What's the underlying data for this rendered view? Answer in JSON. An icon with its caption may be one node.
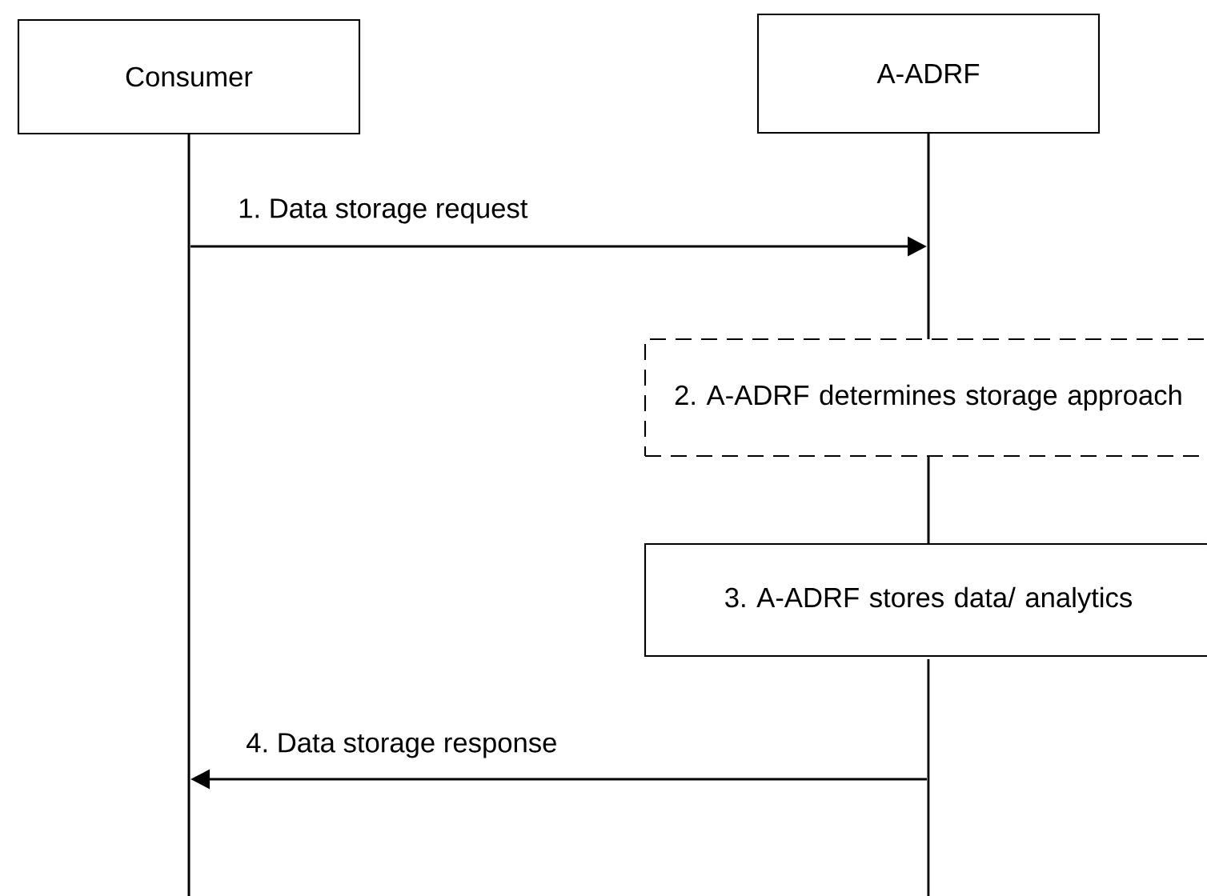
{
  "diagram": {
    "nodes": [
      {
        "text": [
          "Consumer"
        ]
      },
      {
        "text": [
          "A-ADRF"
        ]
      },
      {
        "text": [
          "2. A-ADRF determines storage approach"
        ]
      },
      {
        "text": [
          "3. A-ADRF stores data/ analytics"
        ]
      },
      {
        "text": [],
        "shape": "bar"
      },
      {
        "text": [],
        "shape": "bar"
      },
      {
        "text": [],
        "shape": "bar"
      },
      {
        "text": [],
        "shape": "bar"
      }
    ],
    "edges": [
      {
        "from": 4,
        "to": 5,
        "arrow": "to",
        "label": "1. Data storage request"
      },
      {
        "from": 7,
        "to": 4,
        "arrow": "to",
        "label": "4. Data storage response"
      }
    ]
  }
}
